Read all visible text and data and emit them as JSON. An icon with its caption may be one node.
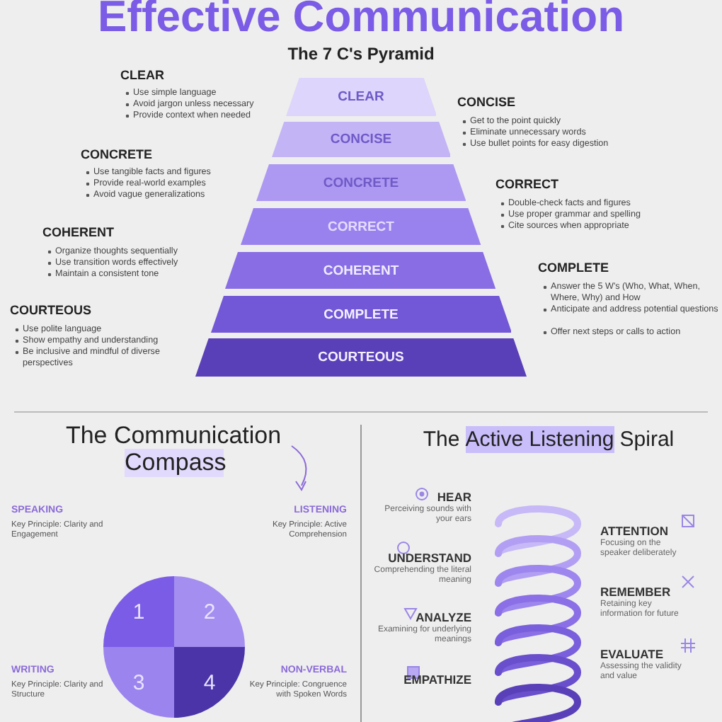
{
  "diagram": {
    "title": "Effective Communication",
    "nodes": [
      {
        "text": [
          "CLEAR"
        ]
      },
      {
        "text": [
          "CONCISE"
        ]
      },
      {
        "text": [
          "CONCRETE"
        ]
      },
      {
        "text": [
          "CORRECT"
        ]
      },
      {
        "text": [
          "COHERENT"
        ]
      },
      {
        "text": [
          "COMPLETE"
        ]
      },
      {
        "text": [
          "COURTEOUS"
        ]
      },
      {
        "text": [
          "1"
        ]
      },
      {
        "text": [
          "2"
        ]
      },
      {
        "text": [
          "3"
        ]
      },
      {
        "text": [
          "4"
        ]
      }
    ],
    "labels": [
      "The 7 C's Pyramid",
      "CLEAR",
      "Use simple language",
      "Avoid jargon unless necessary",
      "Provide context when needed",
      "CONCISE",
      "Get to the point quickly",
      "Eliminate unnecessary words",
      "Use bullet points for easy digestion",
      "CONCRETE",
      "Use tangible facts and figures",
      "Provide real-world examples",
      "Avoid vague generalizations",
      "CORRECT",
      "Double-check facts and figures",
      "Use proper grammar and spelling",
      "Cite sources when appropriate",
      "COHERENT",
      "Organize thoughts sequentially",
      "Use transition words effectively",
      "Maintain a consistent tone",
      "COMPLETE",
      "Answer the 5 W's (Who, What, When, Where, Why) and How",
      "Anticipate and address potential questions",
      "Offer next steps or calls to action",
      "COURTEOUS",
      "Use polite language",
      "Show empathy and understanding",
      "Be inclusive and mindful of diverse perspectives",
      "The Communication",
      "Compass",
      "SPEAKING",
      "Key Principle: Clarity and Engagement",
      "LISTENING",
      "Key Principle: Active Comprehension",
      "WRITING",
      "Key Principle: Clarity and Structure",
      "NON-VERBAL",
      "Key Principle: Congruence with Spoken Words",
      "The",
      "Active Listening",
      "Spiral",
      "HEAR",
      "Perceiving sounds with your ears",
      "UNDERSTAND",
      "Comprehending the literal meaning",
      "ANALYZE",
      "Examining for underlying meanings",
      "EMPATHIZE",
      "ATTENTION",
      "Focusing on the speaker deliberately",
      "REMEMBER",
      "Retaining key information for future",
      "EVALUATE",
      "Assessing the validity and value"
    ]
  }
}
